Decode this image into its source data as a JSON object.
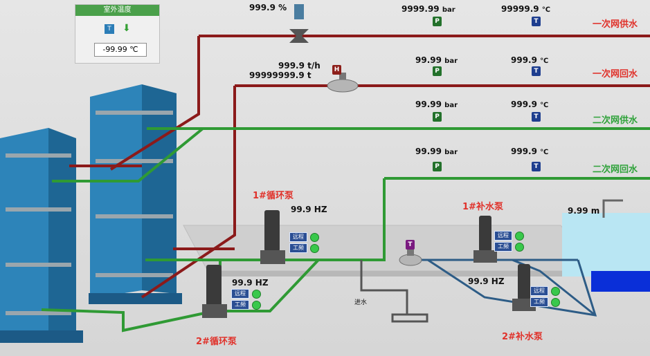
{
  "outdoor_panel": {
    "title": "室外温度",
    "icon_label": "T",
    "value": "-99.99 ℃"
  },
  "lines": {
    "primary_supply": {
      "label": "一次网供水",
      "pressure": "9999.99",
      "pressure_unit": "bar",
      "temp": "99999.9",
      "temp_unit": "℃",
      "valve_opening": "999.9 %"
    },
    "primary_return": {
      "label": "一次网回水",
      "pressure": "99.99",
      "pressure_unit": "bar",
      "temp": "999.9",
      "temp_unit": "℃",
      "flow_rate": "999.9 t/h",
      "flow_total": "99999999.9 t"
    },
    "secondary_supply": {
      "label": "二次网供水",
      "pressure": "99.99",
      "pressure_unit": "bar",
      "temp": "999.9",
      "temp_unit": "℃"
    },
    "secondary_return": {
      "label": "二次网回水",
      "pressure": "99.99",
      "pressure_unit": "bar",
      "temp": "999.9",
      "temp_unit": "℃"
    }
  },
  "tags": {
    "pressure": "P",
    "temp": "T",
    "flow": "H",
    "meter": "T"
  },
  "pumps": {
    "circ1": {
      "name": "1#循环泵",
      "freq": "99.9 HZ"
    },
    "circ2": {
      "name": "2#循环泵",
      "freq": "99.9 HZ"
    },
    "makeup1": {
      "name": "1#补水泵"
    },
    "makeup2": {
      "name": "2#补水泵",
      "freq": "99.9 HZ"
    }
  },
  "status_labels": {
    "remote": "远程",
    "running": "工频"
  },
  "tank": {
    "level": "9.99 m"
  },
  "drain_label": "进水",
  "colors": {
    "primary_pipe": "#8b1a1a",
    "secondary_pipe": "#2f9a34",
    "makeup_pipe": "#2d5c86",
    "tank_water": "#b9e6f3",
    "tank_marker": "#0a2fd8",
    "exchanger": "#2a86bd"
  }
}
